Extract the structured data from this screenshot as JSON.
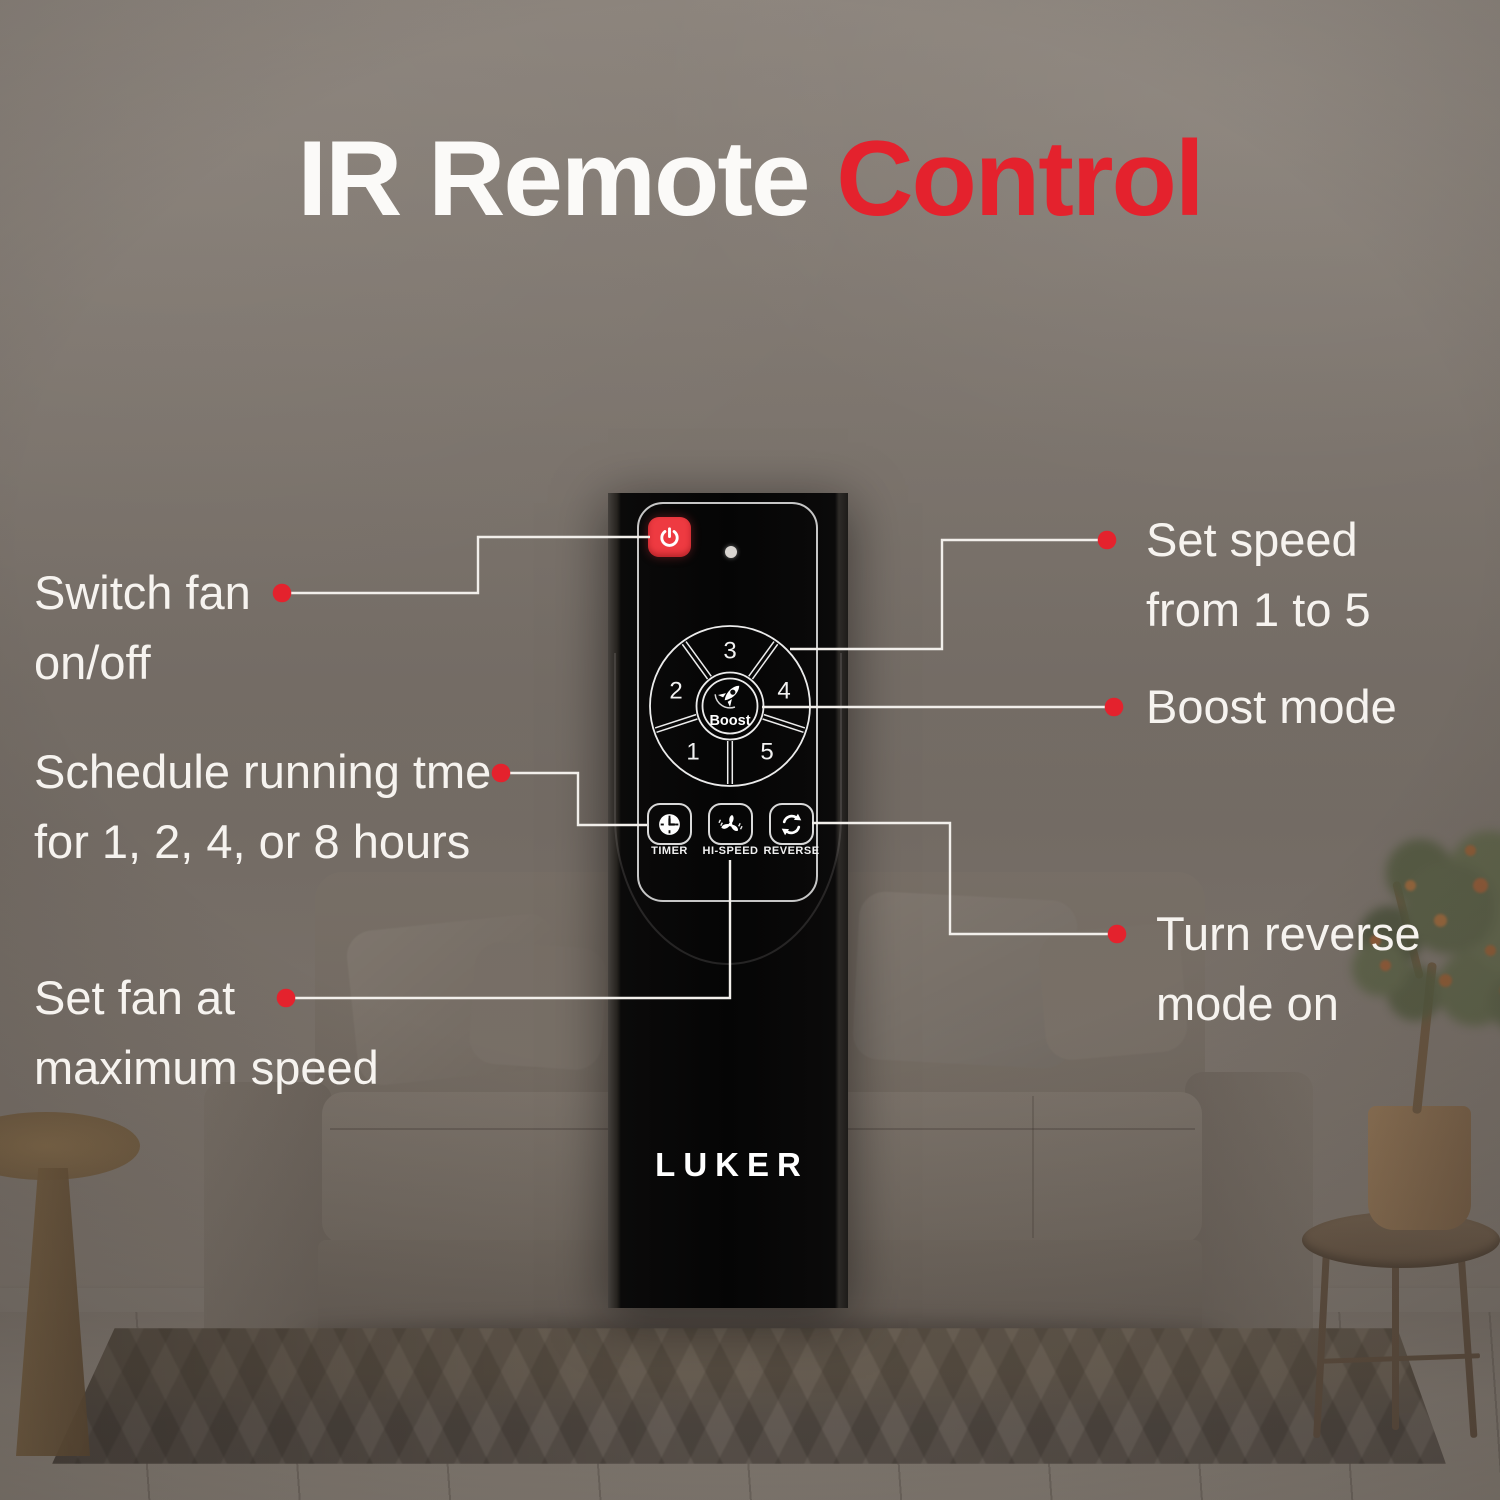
{
  "title": {
    "part1": "IR Remote",
    "part2": "Control"
  },
  "remote": {
    "brand": "LUKER",
    "dial": {
      "numbers": [
        "3",
        "2",
        "4",
        "1",
        "5"
      ],
      "boost_label": "Boost"
    },
    "buttons": {
      "timer": "TIMER",
      "hi_speed": "HI-SPEED",
      "reverse": "REVERSE"
    }
  },
  "callouts": {
    "switch_fan": {
      "line1": "Switch fan",
      "line2": "on/off"
    },
    "schedule": {
      "line1": "Schedule running tme",
      "line2": "for 1, 2, 4, or 8 hours"
    },
    "max_speed": {
      "line1": "Set fan at",
      "line2": "maximum speed"
    },
    "set_speed": {
      "line1": "Set speed",
      "line2": "from 1 to 5"
    },
    "boost": {
      "line1": "Boost mode"
    },
    "reverse": {
      "line1": "Turn reverse",
      "line2": "mode on"
    }
  },
  "colors": {
    "accent_red": "#e4222d",
    "power_red": "#ee3a41",
    "line_white": "#f2efeb",
    "note_white": "#f6f3ef"
  }
}
